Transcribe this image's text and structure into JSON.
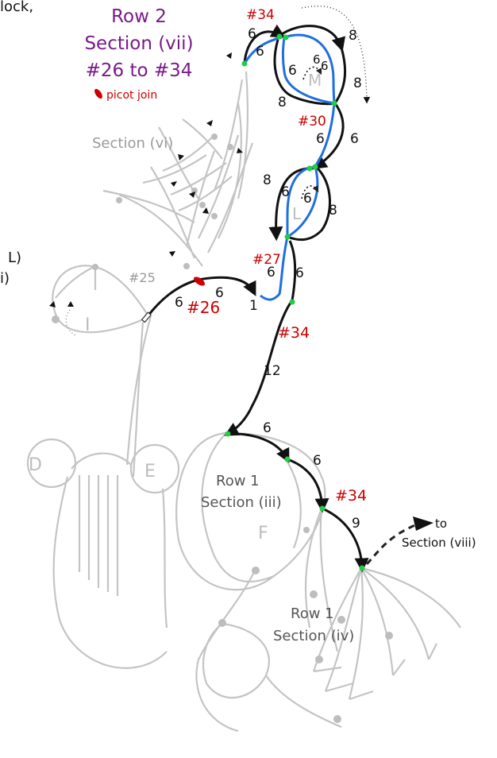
{
  "header": {
    "lines": [
      "Row 2",
      "Section (vii)",
      "#26 to #34"
    ],
    "legend_label": "picot join"
  },
  "cut_text": {
    "top_left": "lock,",
    "left_a": "L)",
    "left_b": "i)"
  },
  "gray_labels": {
    "section_vi": "Section (vi)",
    "row1_iii_a": "Row 1",
    "row1_iii_b": "Section (iii)",
    "row1_iv_a": "Row 1",
    "row1_iv_b": "Section (iv)",
    "num_25": "#25",
    "ring_i": "I",
    "ring_d": "D",
    "ring_e": "E",
    "ring_f": "F"
  },
  "ring_labels": {
    "m": "M",
    "l": "L"
  },
  "red_numbers": {
    "n26": "#26",
    "n27": "#27",
    "n30": "#30",
    "n34_top": "#34",
    "n34_mid": "#34",
    "n34_bot": "#34"
  },
  "stitch_counts": {
    "m_top_left": "6",
    "m_top_right": "8",
    "m_inner_left": "6",
    "m_inner_mid": "6",
    "m_inner_right": "6",
    "m_left": "6",
    "m_bottom_left": "8",
    "m_bottom_right": "8",
    "chain_30_left": "6",
    "chain_30_right": "6",
    "l_left": "8",
    "l_inner_left": "6",
    "l_inner_right": "6",
    "l_right": "8",
    "chain_27_left": "6",
    "chain_27_right": "6",
    "chain_26_a": "6",
    "chain_26_b": "6",
    "picot_1": "1",
    "chain_34_12": "12",
    "chain_bot_a": "6",
    "chain_bot_b": "6",
    "chain_bot_9": "9"
  },
  "arrow_label": {
    "line1": "to",
    "line2": "Section (viii)"
  },
  "colors": {
    "title": "#7a1a8a",
    "red": "#cc0000",
    "ring_blue": "#1f6fe0",
    "chain_black": "#111111",
    "ghost_gray": "#b4b4b4",
    "bead_green": "#22cc44"
  }
}
